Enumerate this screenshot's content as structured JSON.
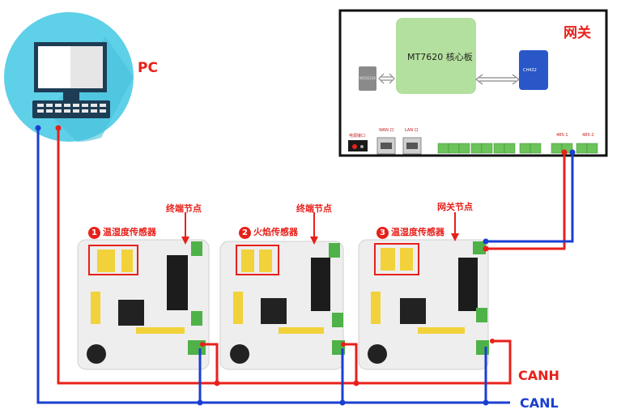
{
  "pc": {
    "label": "PC"
  },
  "gateway": {
    "label": "网关",
    "core_board": "MT7620 核心板",
    "right_chip": "CH432",
    "left_chip": "W25Q128",
    "power_label": "电源接口",
    "wan_label": "WAN 口",
    "lan_label": "LAN 口",
    "port1_label": "485-1",
    "port2_label": "485-2"
  },
  "nodes": [
    {
      "number": "1",
      "name": "温湿度传感器",
      "callout": "终端节点"
    },
    {
      "number": "2",
      "name": "火焰传感器",
      "callout": "终端节点"
    },
    {
      "number": "3",
      "name": "温湿度传感器",
      "callout": "网关节点"
    }
  ],
  "bus": {
    "canh": "CANH",
    "canl": "CANL"
  },
  "colors": {
    "red_wire": "#e8201a",
    "blue_wire": "#1a3fd0",
    "board_green": "#b3e09e",
    "board_blue": "#2a57c8",
    "pc_circle": "#5ed0e8"
  }
}
